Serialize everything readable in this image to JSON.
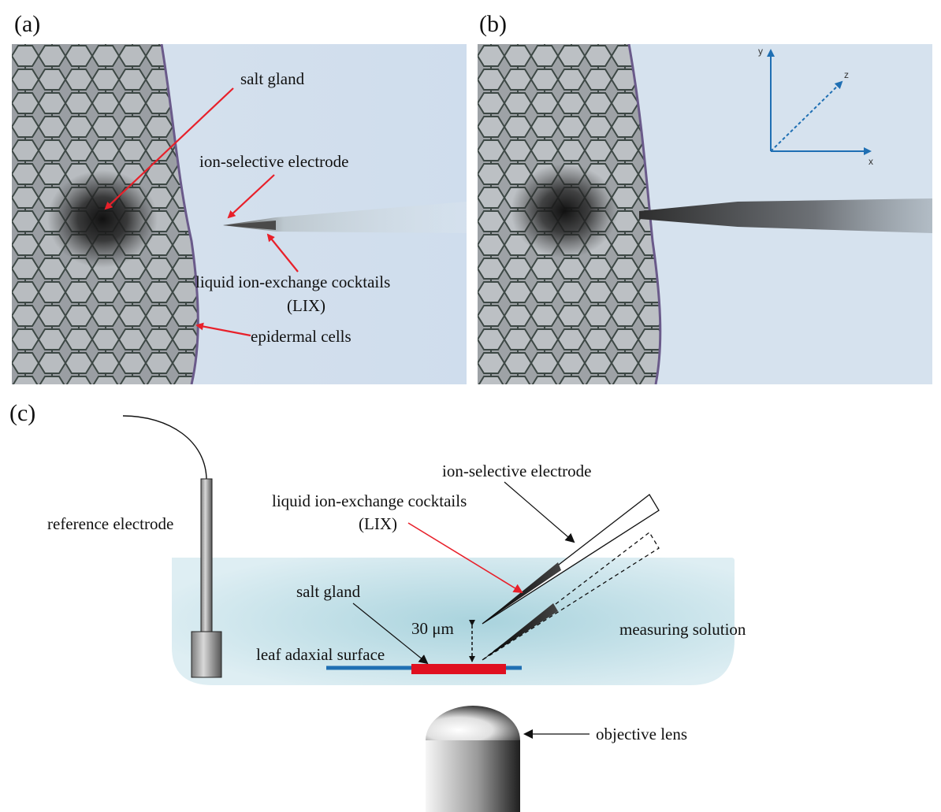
{
  "panels": {
    "a": {
      "label": "(a)"
    },
    "b": {
      "label": "(b)"
    },
    "c": {
      "label": "(c)"
    }
  },
  "panel_a": {
    "salt_gland": "salt gland",
    "ion_selective_electrode": "ion-selective electrode",
    "lix_line1": "liquid ion-exchange cocktails",
    "lix_line2": "(LIX)",
    "epidermal_cells": "epidermal cells"
  },
  "panel_b": {
    "axis_x": "x",
    "axis_y": "y",
    "axis_z": "z"
  },
  "panel_c": {
    "reference_electrode": "reference electrode",
    "ion_selective_electrode": "ion-selective electrode",
    "lix_line1": "liquid ion-exchange cocktails",
    "lix_line2": "(LIX)",
    "salt_gland": "salt gland",
    "distance": "30 μm",
    "leaf_surface": "leaf adaxial surface",
    "measuring_solution": "measuring solution",
    "objective_lens": "objective lens"
  },
  "colors": {
    "annotation_red": "#e8202a",
    "axis_blue": "#1f6fb3",
    "solution": "#cfe6ee",
    "leaf_blue": "#1f6fb3",
    "gland_red": "#e01020",
    "photo_bg": "#d4e1ee"
  }
}
